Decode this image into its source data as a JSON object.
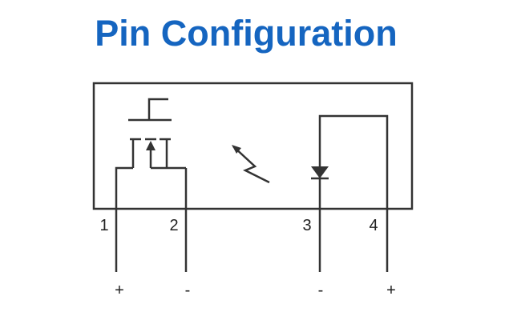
{
  "title": {
    "text": "Pin Configuration",
    "color": "#1565c0"
  },
  "line_color": "#333333",
  "pins": [
    {
      "number": "1",
      "polarity": "+"
    },
    {
      "number": "2",
      "polarity": "-"
    },
    {
      "number": "3",
      "polarity": "-"
    },
    {
      "number": "4",
      "polarity": "+"
    }
  ]
}
